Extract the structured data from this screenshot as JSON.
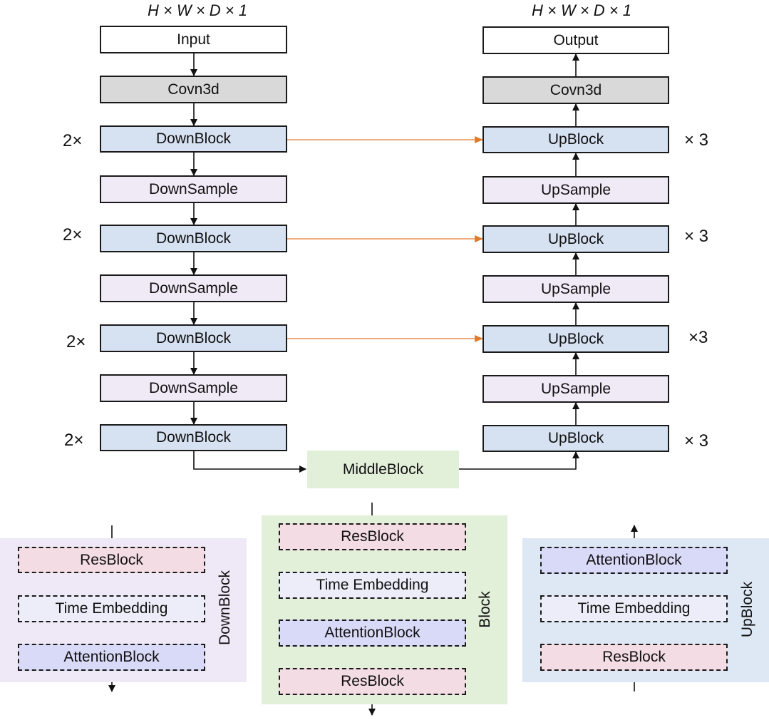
{
  "dims": {
    "input": "H × W × D × 1",
    "output": "H × W × D × 1"
  },
  "left_column": {
    "input": "Input",
    "conv": "Covn3d",
    "down_block": "DownBlock",
    "down_sample": "DownSample"
  },
  "right_column": {
    "output": "Output",
    "conv": "Covn3d",
    "up_block": "UpBlock",
    "up_sample": "UpSample"
  },
  "middle_block": "MiddleBlock",
  "repeat_left": [
    "2×",
    "2×",
    "2×",
    "2×"
  ],
  "repeat_right": [
    "× 3",
    "× 3",
    "×3",
    "× 3"
  ],
  "detail_downblock": {
    "title": "DownBlock",
    "items": [
      "ResBlock",
      "Time Embedding",
      "AttentionBlock"
    ]
  },
  "detail_middle": {
    "title": "Block",
    "items": [
      "ResBlock",
      "Time Embedding",
      "AttentionBlock",
      "ResBlock"
    ]
  },
  "detail_upblock": {
    "title": "UpBlock",
    "items": [
      "AttentionBlock",
      "Time Embedding",
      "ResBlock"
    ]
  },
  "colors": {
    "skip_arrow": "#e07b2c",
    "downblock_fill": "#d6e1f2",
    "sample_fill": "#f0eaf7",
    "conv_fill": "#d9d9d9",
    "middle_fill": "#e2efd9",
    "resblock_fill": "#f3dce3",
    "attention_fill": "#d8daf8"
  }
}
